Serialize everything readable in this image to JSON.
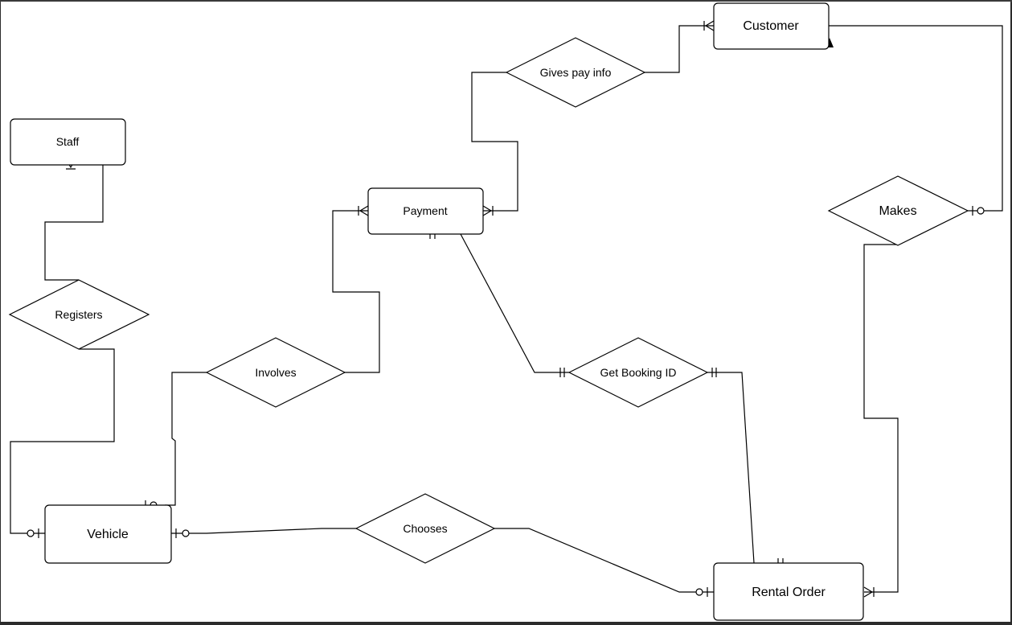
{
  "diagram": {
    "entities": {
      "customer": "Customer",
      "staff": "Staff",
      "payment": "Payment",
      "vehicle": "Vehicle",
      "rental_order": "Rental Order"
    },
    "relationships": {
      "gives_pay_info": "Gives pay info",
      "makes": "Makes",
      "registers": "Registers",
      "involves": "Involves",
      "get_booking_id": "Get Booking ID",
      "chooses": "Chooses"
    }
  }
}
